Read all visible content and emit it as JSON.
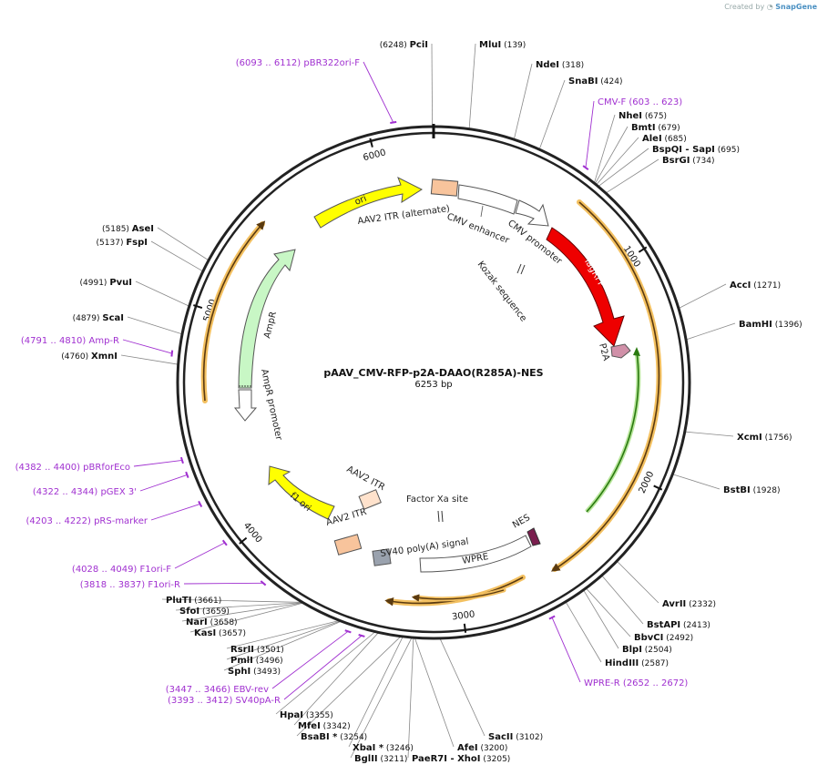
{
  "header": {
    "credit_prefix": "Created by",
    "credit_brand": "SnapGene"
  },
  "plasmid": {
    "name": "pAAV_CMV-RFP-p2A-DAAO(R285A)-NES",
    "length_label": "6253 bp",
    "length": 6253
  },
  "ticks": [
    {
      "pos": 1000,
      "label": "1000"
    },
    {
      "pos": 2000,
      "label": "2000"
    },
    {
      "pos": 3000,
      "label": "3000"
    },
    {
      "pos": 4000,
      "label": "4000"
    },
    {
      "pos": 5000,
      "label": "5000"
    },
    {
      "pos": 6000,
      "label": "6000"
    }
  ],
  "colors": {
    "backbone": "#222222",
    "primer": "#a030d0",
    "orf": "#f0a830",
    "ori": "#ffff00",
    "tagrfp": "#ee0000",
    "ampr": "#c8f7c5",
    "daao_line": "#44aa22",
    "aav_itr": "#ffd2b0",
    "cmv": "#f5c9a0",
    "p2a": "#d090a8",
    "nes": "#7a1e4e",
    "sv40": "#909aa8"
  },
  "sites": [
    {
      "name": "PciI",
      "pos": "(6248)",
      "bp": 6248
    },
    {
      "name": "MluI",
      "pos": "(139)",
      "bp": 139
    },
    {
      "name": "NdeI",
      "pos": "(318)",
      "bp": 318
    },
    {
      "name": "SnaBI",
      "pos": "(424)",
      "bp": 424
    },
    {
      "name": "NheI",
      "pos": "(675)",
      "bp": 675
    },
    {
      "name": "BmtI",
      "pos": "(679)",
      "bp": 679
    },
    {
      "name": "AleI",
      "pos": "(685)",
      "bp": 685
    },
    {
      "name": "BspQI",
      "extra": " - SapI",
      "pos": "(695)",
      "bp": 695
    },
    {
      "name": "BsrGI",
      "pos": "(734)",
      "bp": 734
    },
    {
      "name": "AccI",
      "pos": "(1271)",
      "bp": 1271
    },
    {
      "name": "BamHI",
      "pos": "(1396)",
      "bp": 1396
    },
    {
      "name": "XcmI",
      "pos": "(1756)",
      "bp": 1756
    },
    {
      "name": "BstBI",
      "pos": "(1928)",
      "bp": 1928
    },
    {
      "name": "AvrII",
      "pos": "(2332)",
      "bp": 2332
    },
    {
      "name": "BstAPI",
      "pos": "(2413)",
      "bp": 2413
    },
    {
      "name": "BbvCI",
      "pos": "(2492)",
      "bp": 2492
    },
    {
      "name": "BlpI",
      "pos": "(2504)",
      "bp": 2504
    },
    {
      "name": "HindIII",
      "pos": "(2587)",
      "bp": 2587
    },
    {
      "name": "SacII",
      "pos": "(3102)",
      "bp": 3102
    },
    {
      "name": "AfeI",
      "pos": "(3200)",
      "bp": 3200
    },
    {
      "name": "PaeR7I",
      "extra": " - XhoI",
      "pos": "(3205)",
      "bp": 3205
    },
    {
      "name": "BglII",
      "pos": "(3211)",
      "bp": 3211
    },
    {
      "name": "XbaI",
      "extra": " *",
      "pos": "(3246)",
      "bp": 3246
    },
    {
      "name": "BsaBI",
      "extra": " *",
      "pos": "(3254)",
      "bp": 3254
    },
    {
      "name": "MfeI",
      "pos": "(3342)",
      "bp": 3342
    },
    {
      "name": "HpaI",
      "pos": "(3355)",
      "bp": 3355
    },
    {
      "name": "SphI",
      "pos": "(3493)",
      "bp": 3493
    },
    {
      "name": "PmlI",
      "pos": "(3496)",
      "bp": 3496
    },
    {
      "name": "RsrII",
      "pos": "(3501)",
      "bp": 3501
    },
    {
      "name": "KasI",
      "pos": "(3657)",
      "bp": 3657
    },
    {
      "name": "NarI",
      "pos": "(3658)",
      "bp": 3658
    },
    {
      "name": "SfoI",
      "pos": "(3659)",
      "bp": 3659
    },
    {
      "name": "PluTI",
      "pos": "(3661)",
      "bp": 3661
    },
    {
      "name": "XmnI",
      "pos": "(4760)",
      "bp": 4760
    },
    {
      "name": "ScaI",
      "pos": "(4879)",
      "bp": 4879
    },
    {
      "name": "PvuI",
      "pos": "(4991)",
      "bp": 4991
    },
    {
      "name": "FspI",
      "pos": "(5137)",
      "bp": 5137
    },
    {
      "name": "AseI",
      "pos": "(5185)",
      "bp": 5185
    }
  ],
  "primers": [
    {
      "name": "pBR322ori-F",
      "range": "(6093 .. 6112)",
      "bp": 6100
    },
    {
      "name": "CMV-F",
      "range": "(603 .. 623)",
      "bp": 613
    },
    {
      "name": "WPRE-R",
      "range": "(2652 .. 2672)",
      "bp": 2662
    },
    {
      "name": "EBV-rev",
      "range": "(3447 .. 3466)",
      "bp": 3456
    },
    {
      "name": "SV40pA-R",
      "range": "(3393 .. 3412)",
      "bp": 3402
    },
    {
      "name": "F1ori-R",
      "range": "(3818 .. 3837)",
      "bp": 3827
    },
    {
      "name": "F1ori-F",
      "range": "(4028 .. 4049)",
      "bp": 4038
    },
    {
      "name": "pRS-marker",
      "range": "(4203 .. 4222)",
      "bp": 4212
    },
    {
      "name": "pGEX 3'",
      "range": "(4322 .. 4344)",
      "bp": 4333
    },
    {
      "name": "pBRforEco",
      "range": "(4382 .. 4400)",
      "bp": 4391
    },
    {
      "name": "Amp-R",
      "range": "(4791 .. 4810)",
      "bp": 4800
    }
  ],
  "features": [
    {
      "name": "ori"
    },
    {
      "name": "AAV2 ITR (alternate)"
    },
    {
      "name": "CMV enhancer"
    },
    {
      "name": "CMV promoter"
    },
    {
      "name": "TagRFP"
    },
    {
      "name": "Kozak sequence"
    },
    {
      "name": "P2A"
    },
    {
      "name": "AmpR"
    },
    {
      "name": "AmpR promoter"
    },
    {
      "name": "AAV2 ITR"
    },
    {
      "name": "Factor Xa site"
    },
    {
      "name": "f1 ori"
    },
    {
      "name": "AAV2 ITR"
    },
    {
      "name": "SV40 poly(A) signal"
    },
    {
      "name": "WPRE"
    },
    {
      "name": "NES"
    }
  ]
}
